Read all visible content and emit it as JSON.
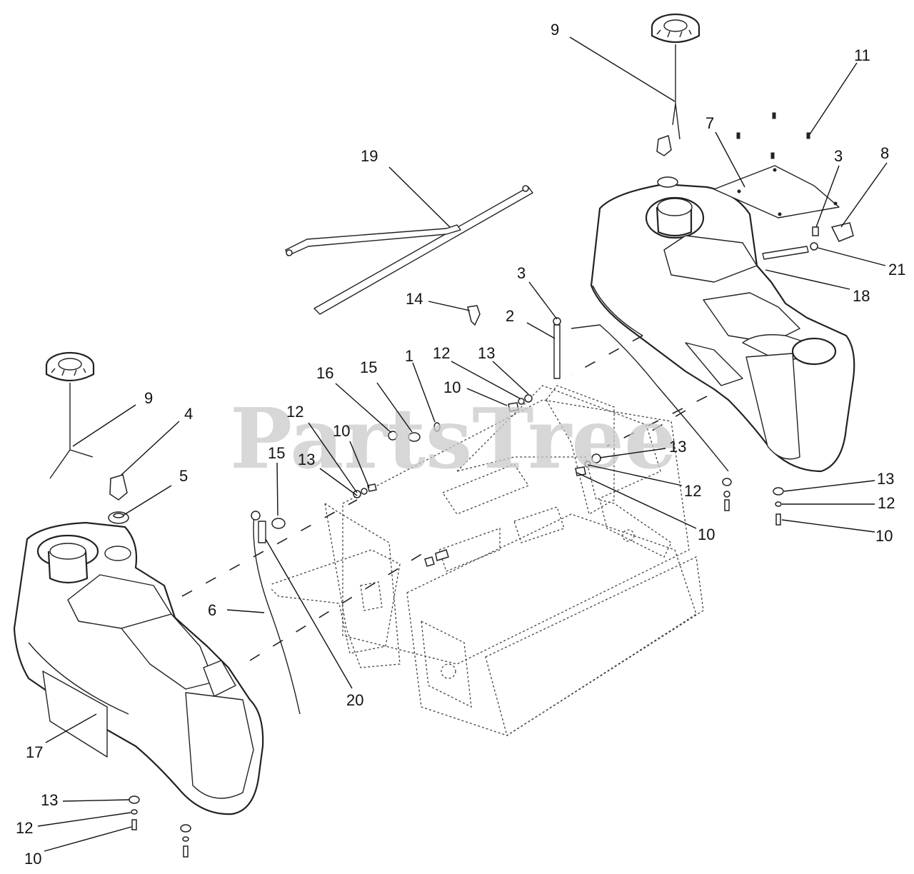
{
  "watermark": "PartsTree",
  "callouts": [
    {
      "id": "c9a",
      "label": "9"
    },
    {
      "id": "c11",
      "label": "11"
    },
    {
      "id": "c7",
      "label": "7"
    },
    {
      "id": "c3a",
      "label": "3"
    },
    {
      "id": "c8",
      "label": "8"
    },
    {
      "id": "c19",
      "label": "19"
    },
    {
      "id": "c21",
      "label": "21"
    },
    {
      "id": "c18",
      "label": "18"
    },
    {
      "id": "c3b",
      "label": "3"
    },
    {
      "id": "c14",
      "label": "14"
    },
    {
      "id": "c2",
      "label": "2"
    },
    {
      "id": "c1",
      "label": "1"
    },
    {
      "id": "c12a",
      "label": "12"
    },
    {
      "id": "c13a",
      "label": "13"
    },
    {
      "id": "c16",
      "label": "16"
    },
    {
      "id": "c15a",
      "label": "15"
    },
    {
      "id": "c10a",
      "label": "10"
    },
    {
      "id": "c9b",
      "label": "9"
    },
    {
      "id": "c4",
      "label": "4"
    },
    {
      "id": "c12b",
      "label": "12"
    },
    {
      "id": "c10b",
      "label": "10"
    },
    {
      "id": "c15b",
      "label": "15"
    },
    {
      "id": "c13b",
      "label": "13"
    },
    {
      "id": "c5",
      "label": "5"
    },
    {
      "id": "c13c",
      "label": "13"
    },
    {
      "id": "c12c",
      "label": "12"
    },
    {
      "id": "c10c",
      "label": "10"
    },
    {
      "id": "c13d",
      "label": "13"
    },
    {
      "id": "c12d",
      "label": "12"
    },
    {
      "id": "c10d",
      "label": "10"
    },
    {
      "id": "c6",
      "label": "6"
    },
    {
      "id": "c20",
      "label": "20"
    },
    {
      "id": "c17",
      "label": "17"
    },
    {
      "id": "c13e",
      "label": "13"
    },
    {
      "id": "c12e",
      "label": "12"
    },
    {
      "id": "c10e",
      "label": "10"
    }
  ]
}
